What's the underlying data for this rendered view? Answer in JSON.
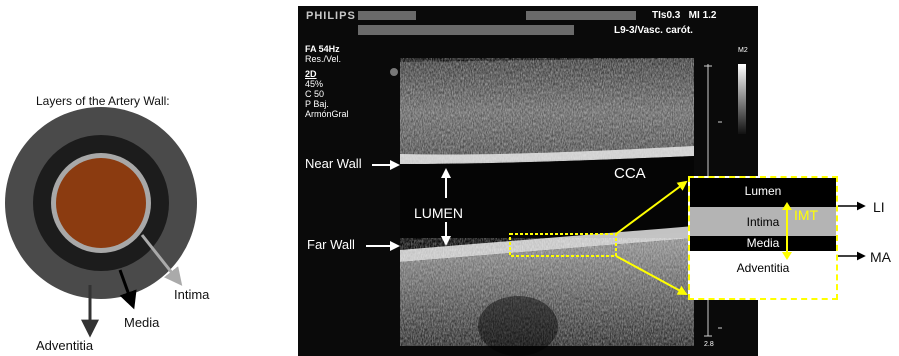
{
  "diagram": {
    "title": "Layers of the Artery Wall:",
    "labels": {
      "intima": "Intima",
      "media": "Media",
      "adventitia": "Adventitia"
    },
    "colors": {
      "lumen": "#8b3b10",
      "intima": "#a8a8a8",
      "media": "#1c1c1c",
      "adventitia": "#4a4a4a"
    }
  },
  "ultrasound": {
    "brand": "PHILIPS",
    "readout": "TIs0.3   MI 1.2",
    "probe": "L9-3/Vasc. carót.",
    "m2": "M2",
    "settings": [
      "FA 54Hz",
      "Res./Vel.",
      "",
      "2D",
      " 45%",
      "C 50",
      "P Baj.",
      "ArmónGral"
    ],
    "depth_mark": "2.8",
    "labels": {
      "near_wall": "Near Wall",
      "far_wall": "Far Wall",
      "lumen": "LUMEN",
      "cca": "CCA"
    }
  },
  "inset": {
    "layers": [
      "Lumen",
      "Intima",
      "Media",
      "Adventitia"
    ],
    "imt": "IMT",
    "li": "LI",
    "ma": "MA",
    "colors": {
      "lumen": "#000000",
      "intima": "#b4b4b4",
      "media": "#000000",
      "adventitia": "#ffffff",
      "highlight": "#ffff00"
    }
  }
}
